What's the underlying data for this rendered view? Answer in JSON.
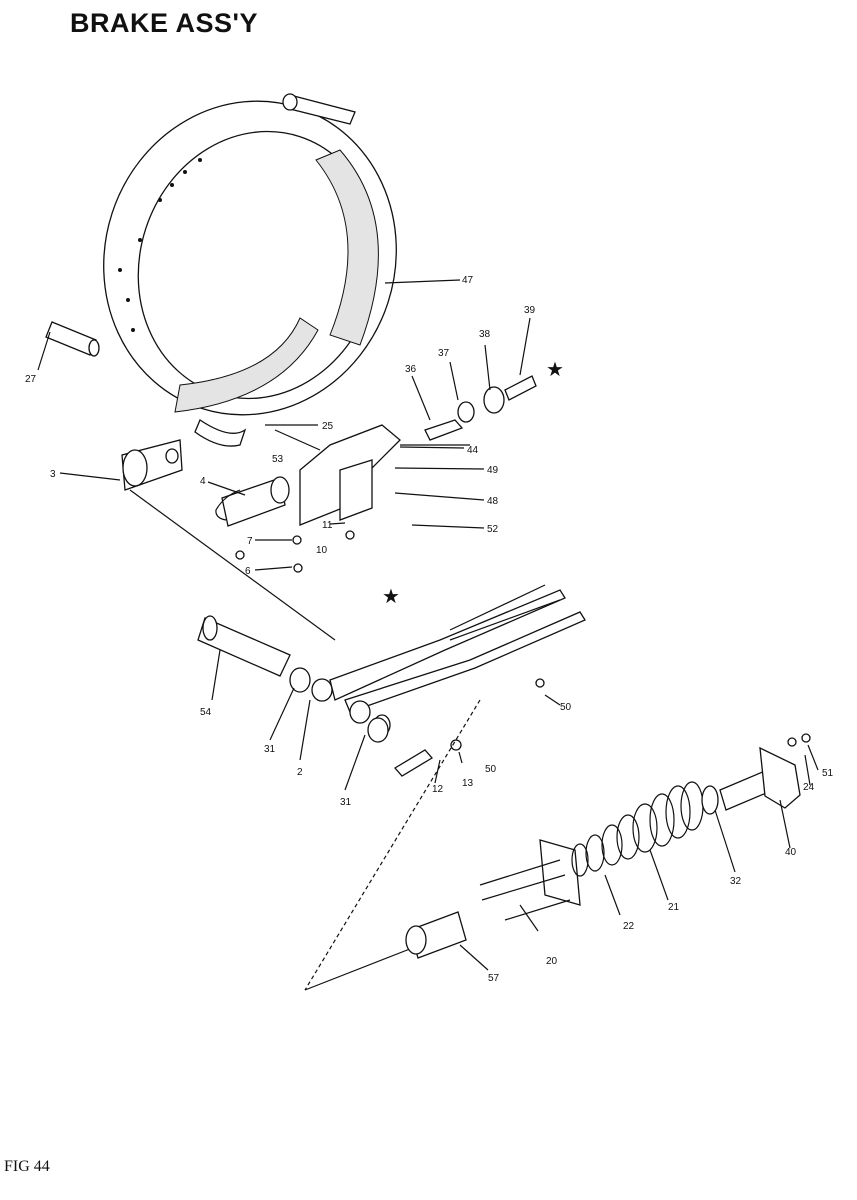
{
  "title": "BRAKE ASS'Y",
  "figure": "FIG 44",
  "callouts": [
    "47",
    "37",
    "27",
    "39",
    "38",
    "36",
    "3",
    "25",
    "44",
    "53",
    "49",
    "4",
    "48",
    "7",
    "11",
    "52",
    "10",
    "6",
    "54",
    "50",
    "31",
    "2",
    "13",
    "50",
    "12",
    "31",
    "24",
    "51",
    "40",
    "32",
    "21",
    "22",
    "20",
    "57"
  ]
}
